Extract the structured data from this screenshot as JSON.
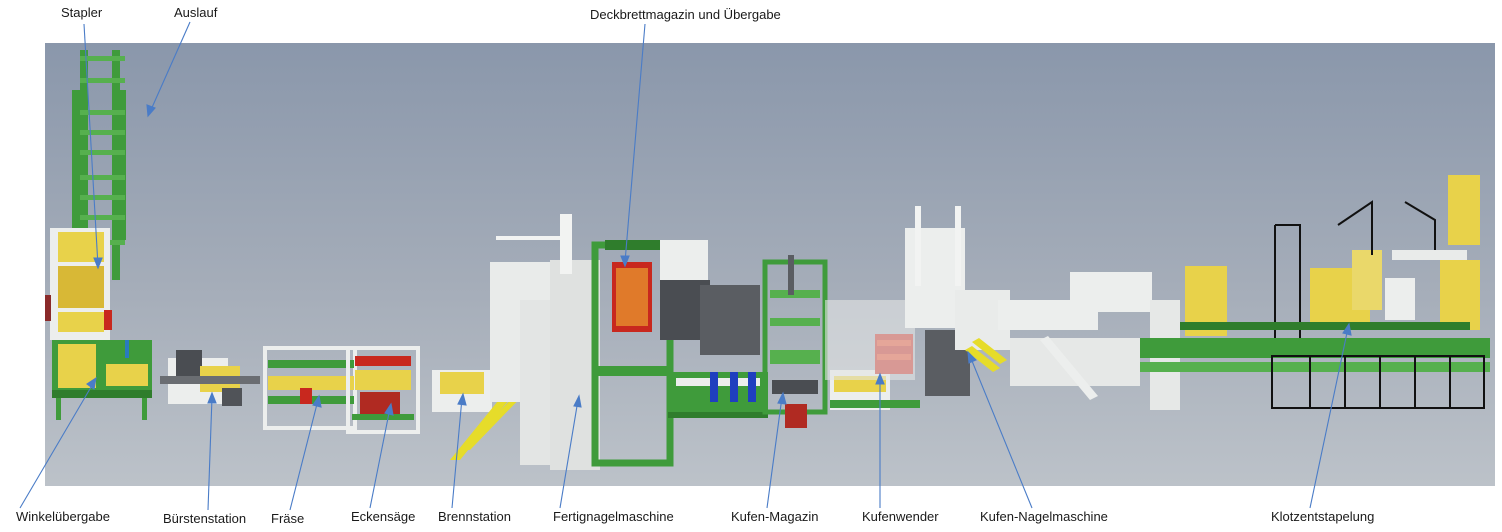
{
  "labels": {
    "stapler": "Stapler",
    "auslauf": "Auslauf",
    "deckbrett": "Deckbrettmagazin und Übergabe",
    "winkel": "Winkelübergabe",
    "buersten": "Bürstenstation",
    "fraese": "Fräse",
    "eckensaege": "Eckensäge",
    "brenn": "Brennstation",
    "fertignagel": "Fertignagelmaschine",
    "kufenmagazin": "Kufen-Magazin",
    "kufenwender": "Kufenwender",
    "kufennagel": "Kufen-Nagelmaschine",
    "klotzen": "Klotzentstapelung"
  },
  "colors": {
    "background_top": "#8f9cb0",
    "background_bottom": "#b9c0c8",
    "frame_green": "#3f9b3b",
    "pallet_yellow": "#e8d24a",
    "machine_white": "#eceeed",
    "machine_grey": "#5a5d62",
    "accent_red": "#c8281e",
    "accent_blue": "#1f3fbf",
    "leader_line": "#4a7cc7"
  }
}
